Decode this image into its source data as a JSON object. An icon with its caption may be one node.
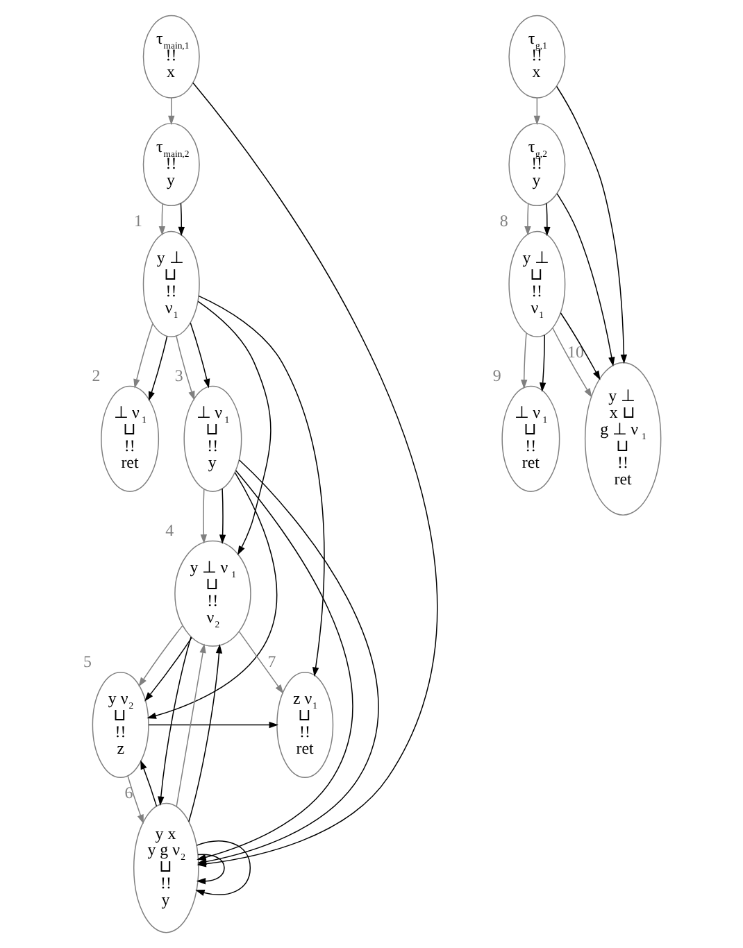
{
  "diagram": {
    "nodes": [
      {
        "text": [
          "τ$_{main,1}$",
          "!!",
          "x"
        ]
      },
      {
        "text": [
          "τ$_{main,2}$",
          "!!",
          "y"
        ]
      },
      {
        "text": [
          "y ⊥",
          "⊔",
          "!!",
          "ν$_{1}$"
        ],
        "beside": [
          "1"
        ]
      },
      {
        "text": [
          "⊥ ν$_{1}$",
          "⊔",
          "!!",
          "ret"
        ],
        "beside": [
          "2"
        ]
      },
      {
        "text": [
          "⊥ ν$_{1}$",
          "⊔",
          "!!",
          "y"
        ],
        "beside": [
          "3"
        ]
      },
      {
        "text": [
          "y ⊥ ν$_{1}$",
          "⊔",
          "!!",
          "ν$_{2}$"
        ],
        "beside": [
          "4"
        ]
      },
      {
        "text": [
          "y ν$_{2}$",
          "⊔",
          "!!",
          "z"
        ],
        "beside": [
          "5"
        ]
      },
      {
        "text": [
          "y x",
          "y g ν$_{2}$",
          "⊔",
          "!!",
          "y"
        ],
        "beside": [
          "6"
        ]
      },
      {
        "text": [
          "z ν$_{1}$",
          "⊔",
          "!!",
          "ret"
        ],
        "beside": [
          "7"
        ]
      },
      {
        "text": [
          "τ$_{g,1}$",
          "!!",
          "x"
        ]
      },
      {
        "text": [
          "τ$_{g,2}$",
          "!!",
          "y"
        ]
      },
      {
        "text": [
          "y ⊥",
          "⊔",
          "!!",
          "ν$_{1}$"
        ],
        "beside": [
          "8"
        ]
      },
      {
        "text": [
          "⊥ ν$_{1}$",
          "⊔",
          "!!",
          "ret"
        ],
        "beside": [
          "9"
        ]
      },
      {
        "text": [
          "y ⊥",
          "x ⊔",
          "g ⊥ ν$_{1}$",
          "⊔",
          "!!",
          "ret"
        ],
        "beside": [
          "10"
        ]
      }
    ],
    "edges": [
      {
        "from": 0,
        "to": 1,
        "arrow": "to",
        "color": "#808080"
      },
      {
        "from": 1,
        "to": 2,
        "arrow": "to",
        "color": "#808080"
      },
      {
        "from": 2,
        "to": 3,
        "arrow": "to",
        "color": "#808080"
      },
      {
        "from": 2,
        "to": 4,
        "arrow": "to",
        "color": "#808080"
      },
      {
        "from": 4,
        "to": 5,
        "arrow": "to",
        "color": "#808080"
      },
      {
        "from": 5,
        "to": 6,
        "arrow": "to",
        "color": "#808080"
      },
      {
        "from": 6,
        "to": 7,
        "arrow": "to",
        "color": "#808080"
      },
      {
        "from": 7,
        "to": 5,
        "arrow": "to",
        "color": "#808080"
      },
      {
        "from": 5,
        "to": 8,
        "arrow": "to",
        "color": "#808080"
      },
      {
        "from": 9,
        "to": 10,
        "arrow": "to",
        "color": "#808080"
      },
      {
        "from": 10,
        "to": 11,
        "arrow": "to",
        "color": "#808080"
      },
      {
        "from": 11,
        "to": 12,
        "arrow": "to",
        "color": "#808080"
      },
      {
        "from": 11,
        "to": 13,
        "arrow": "to",
        "color": "#808080"
      },
      {
        "from": 1,
        "to": 2,
        "arrow": "to"
      },
      {
        "from": 0,
        "to": 7,
        "arrow": "to"
      },
      {
        "from": 2,
        "to": 3,
        "arrow": "to"
      },
      {
        "from": 2,
        "to": 4,
        "arrow": "to"
      },
      {
        "from": 2,
        "to": 5,
        "arrow": "to"
      },
      {
        "from": 2,
        "to": 8,
        "arrow": "to"
      },
      {
        "from": 4,
        "to": 5,
        "arrow": "to"
      },
      {
        "from": 4,
        "to": 6,
        "arrow": "to"
      },
      {
        "from": 4,
        "to": 7,
        "arrow": "to"
      },
      {
        "from": 4,
        "to": 7,
        "arrow": "to"
      },
      {
        "from": 5,
        "to": 6,
        "arrow": "to"
      },
      {
        "from": 5,
        "to": 7,
        "arrow": "to"
      },
      {
        "from": 6,
        "to": 8,
        "arrow": "to"
      },
      {
        "from": 7,
        "to": 5,
        "arrow": "to"
      },
      {
        "from": 7,
        "to": 6,
        "arrow": "to"
      },
      {
        "from": 7,
        "to": 7,
        "arrow": "to"
      },
      {
        "from": 7,
        "to": 7,
        "arrow": "to"
      },
      {
        "from": 10,
        "to": 11,
        "arrow": "to"
      },
      {
        "from": 10,
        "to": 13,
        "arrow": "to"
      },
      {
        "from": 9,
        "to": 13,
        "arrow": "to"
      },
      {
        "from": 11,
        "to": 12,
        "arrow": "to"
      },
      {
        "from": 11,
        "to": 13,
        "arrow": "to"
      }
    ]
  }
}
